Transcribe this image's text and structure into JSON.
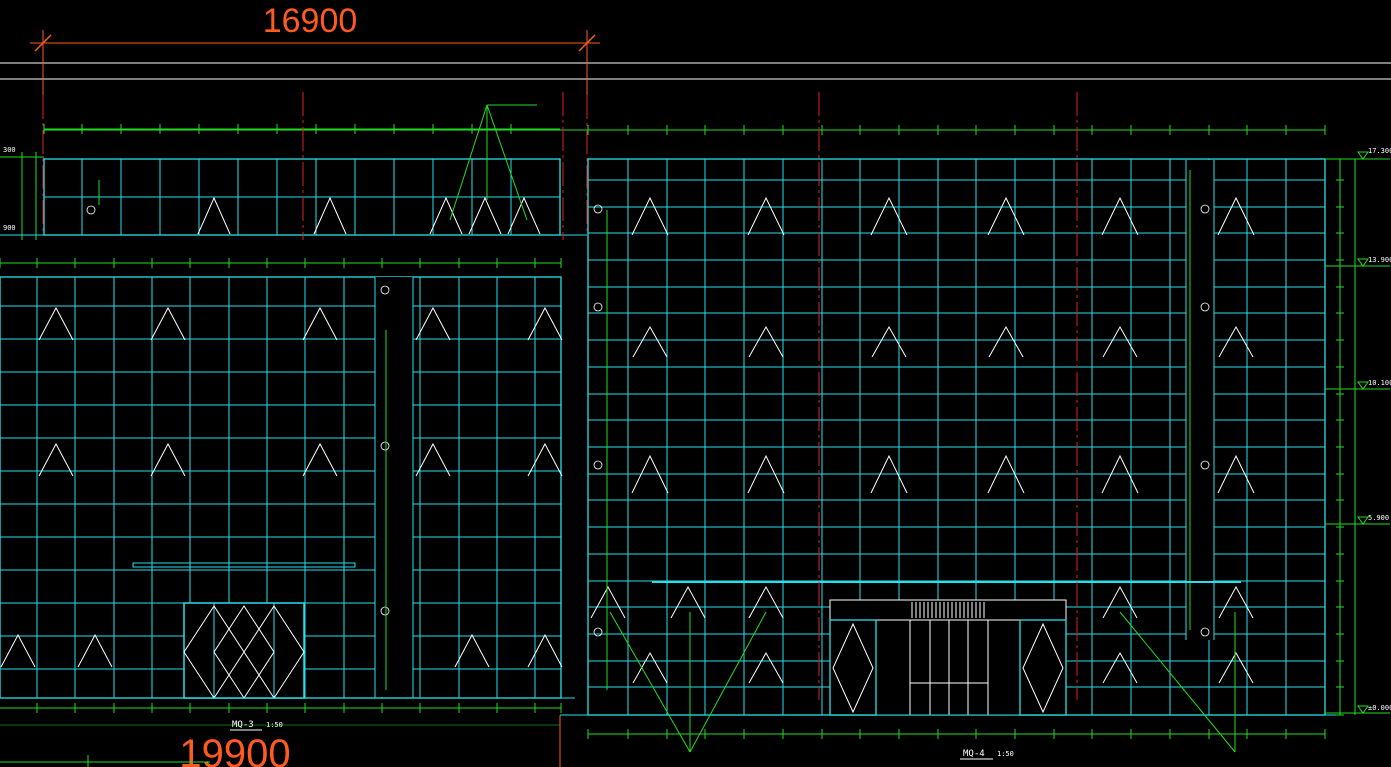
{
  "top_dimension": {
    "value": "16900",
    "color": "#ff5a1f"
  },
  "bottom_dimension": {
    "value": "19900",
    "color": "#ff5a1f"
  },
  "left_panel": {
    "label": "MQ-3",
    "scale": "1:50",
    "edge_labels": {
      "top": "300",
      "bottom": "900"
    }
  },
  "right_panel": {
    "label": "MQ-4",
    "scale": "1:50"
  },
  "elevation_marks": [
    "17.300",
    "13.900",
    "10.100",
    "5.900",
    "±0.000"
  ],
  "colors": {
    "background": "#000000",
    "glass_grid": "#27e0ea",
    "dimension_line": "#22dd22",
    "axis_line": "#dd2222",
    "glass_symbol": "#ffffff",
    "reference_line": "#ffffff"
  },
  "icons": [
    "window-triangle-icon",
    "door-diamond-icon",
    "glass-tag-icon"
  ]
}
